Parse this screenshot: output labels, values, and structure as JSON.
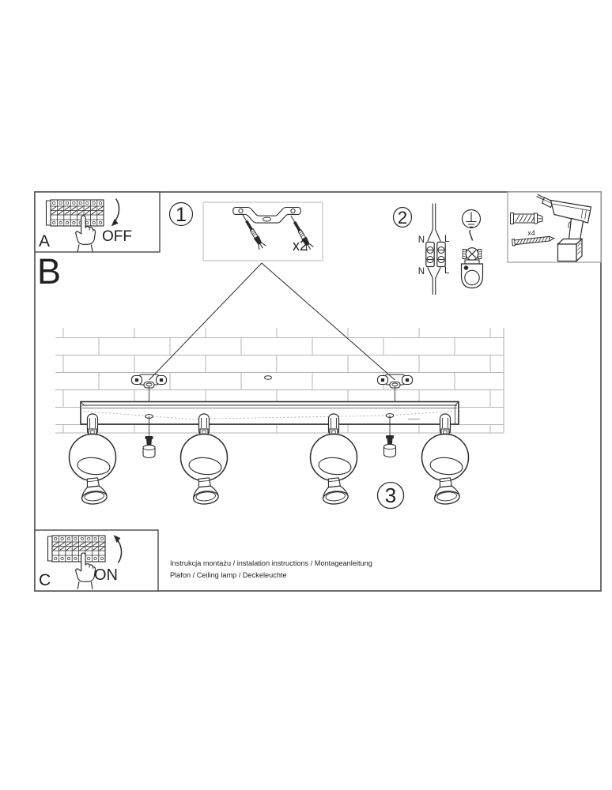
{
  "panel_a": {
    "letter": "A",
    "switch_label": "OFF"
  },
  "section_b": {
    "letter": "B"
  },
  "panel_c": {
    "letter": "C",
    "switch_label": "ON"
  },
  "step1": {
    "number": "1",
    "quantity_label": "x2"
  },
  "step2": {
    "number": "2",
    "terminal_top_left": "N",
    "terminal_top_right": "L",
    "terminal_bottom_left": "N",
    "terminal_bottom_right": "L"
  },
  "step3": {
    "number": "3"
  },
  "toolbox": {
    "quantity_label": "x4"
  },
  "footer": {
    "line1": "Instrukcja montażu / instalation instructions / Montageanleitung",
    "line2": "Plafon / Ceiling lamp / Deckeleuchte"
  },
  "icons": {
    "panel_a_pictograms": [
      "circuit-breaker-panel-icon",
      "pointing-hand-icon",
      "arrow-down-icon"
    ],
    "panel_c_pictograms": [
      "circuit-breaker-panel-icon",
      "pointing-hand-icon",
      "arrow-up-icon"
    ],
    "step1_pictograms": [
      "mounting-bracket-icon",
      "screw-icon"
    ],
    "step2_pictograms": [
      "terminal-block-icon",
      "ground-symbol-icon",
      "ground-clamp-icon"
    ],
    "toolbox_pictograms": [
      "drill-icon",
      "wall-plug-icon",
      "screw-icon"
    ],
    "scene_pictograms": [
      "brick-wall",
      "ceiling-rail",
      "spotlight-lamp"
    ]
  },
  "colors": {
    "ink": "#2b2b2b",
    "frame_border": "#4a4a4a",
    "brick_line": "#b5b5b5",
    "light_box_border": "#c9c9c9",
    "tool_box_border": "#9a9a9a"
  }
}
